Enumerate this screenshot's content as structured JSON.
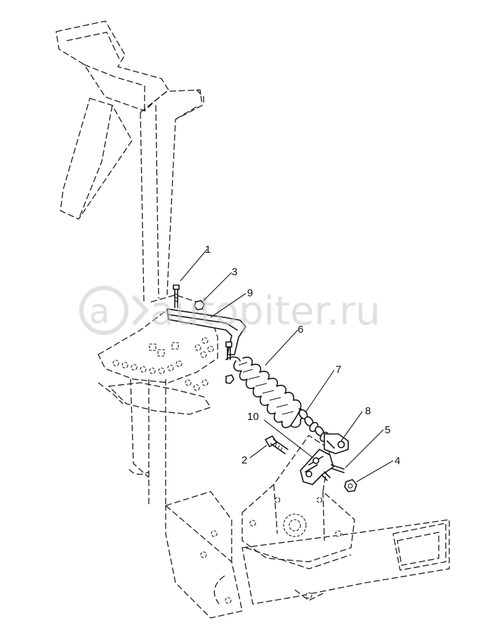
{
  "diagram": {
    "callouts": [
      {
        "id": "1",
        "label": "1"
      },
      {
        "id": "2",
        "label": "2"
      },
      {
        "id": "3",
        "label": "3"
      },
      {
        "id": "4",
        "label": "4"
      },
      {
        "id": "5",
        "label": "5"
      },
      {
        "id": "6",
        "label": "6"
      },
      {
        "id": "7",
        "label": "7"
      },
      {
        "id": "8",
        "label": "8"
      },
      {
        "id": "9",
        "label": "9"
      },
      {
        "id": "10",
        "label": "10"
      }
    ]
  },
  "watermark": {
    "text": "autopiter.ru",
    "logo_letter": "a"
  },
  "colors": {
    "line": "#111111",
    "watermark": "#c8c8c8",
    "background": "#ffffff"
  }
}
